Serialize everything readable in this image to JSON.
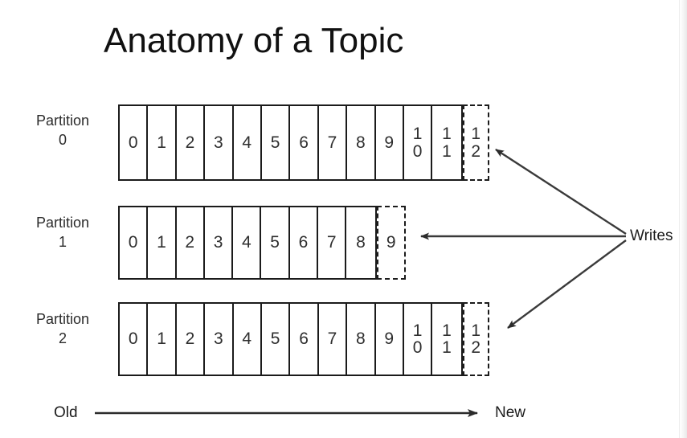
{
  "title": "Anatomy of a Topic",
  "colors": {
    "background": "#ffffff",
    "stroke": "#1b1b1b",
    "text": "#2e2e2e",
    "arrow": "#3a3a3a"
  },
  "partitions": [
    {
      "label_line1": "Partition",
      "label_line2": "0",
      "committed": [
        "0",
        "1",
        "2",
        "3",
        "4",
        "5",
        "6",
        "7",
        "8",
        "9",
        "10",
        "11"
      ],
      "pending": "12"
    },
    {
      "label_line1": "Partition",
      "label_line2": "1",
      "committed": [
        "0",
        "1",
        "2",
        "3",
        "4",
        "5",
        "6",
        "7",
        "8"
      ],
      "pending": "9"
    },
    {
      "label_line1": "Partition",
      "label_line2": "2",
      "committed": [
        "0",
        "1",
        "2",
        "3",
        "4",
        "5",
        "6",
        "7",
        "8",
        "9",
        "10",
        "11"
      ],
      "pending": "12"
    }
  ],
  "writes": {
    "label": "Writes"
  },
  "timeline": {
    "old_label": "Old",
    "new_label": "New"
  }
}
